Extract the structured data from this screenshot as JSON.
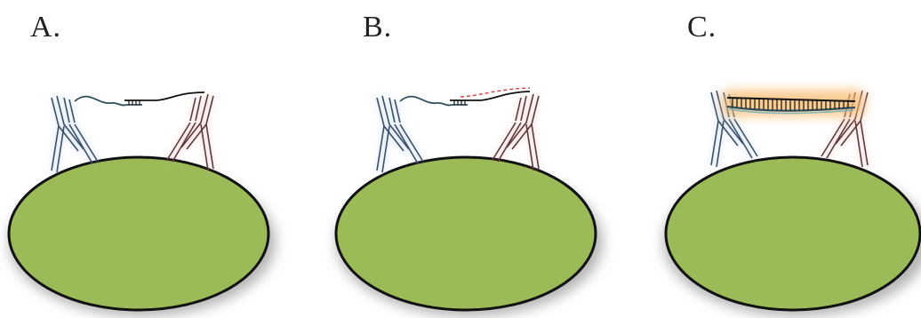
{
  "panels": [
    {
      "label": "A."
    },
    {
      "label": "B."
    },
    {
      "label": "C."
    }
  ],
  "colors": {
    "cell": "#9bbb59",
    "cell_outline": "#111111",
    "antibody_blue_glow": "#7aa7e0",
    "antibody_red_glow": "#f08a8a",
    "probe_strand": "#222222",
    "ligation_glow": "#f7b96a",
    "hybrid_strand": "#5fb0c0"
  },
  "icons": [
    "antibody-blue",
    "antibody-red",
    "dna-strand",
    "cell"
  ]
}
